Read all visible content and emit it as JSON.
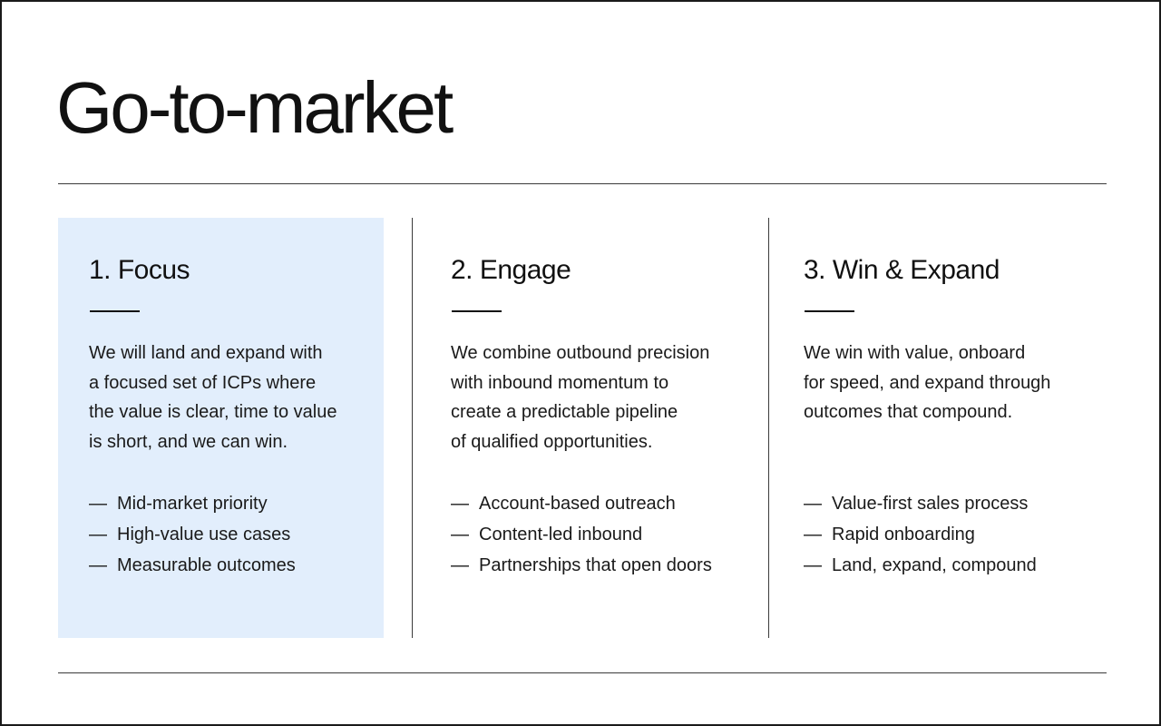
{
  "slide": {
    "title": "Go-to-market"
  },
  "columns": [
    {
      "heading": "1. Focus",
      "description": "We will land and expand with\na focused set of ICPs where\nthe value is clear, time to value\nis short, and we can win.",
      "bullets": [
        "Mid-market priority",
        "High-value use cases",
        "Measurable outcomes"
      ]
    },
    {
      "heading": "2. Engage",
      "description": "We combine outbound precision\nwith inbound momentum to\ncreate a predictable pipeline\nof qualified opportunities.",
      "bullets": [
        "Account-based outreach",
        "Content-led inbound",
        "Partnerships that open doors"
      ]
    },
    {
      "heading": "3. Win & Expand",
      "description": "We win with value, onboard\nfor speed, and expand through\noutcomes that compound.",
      "bullets": [
        "Value-first sales process",
        "Rapid onboarding",
        "Land, expand, compound"
      ]
    }
  ],
  "bullet_marker": "—",
  "colors": {
    "highlight_background": "#e2eefc",
    "text": "#111111",
    "rule": "#3a3a3a"
  }
}
